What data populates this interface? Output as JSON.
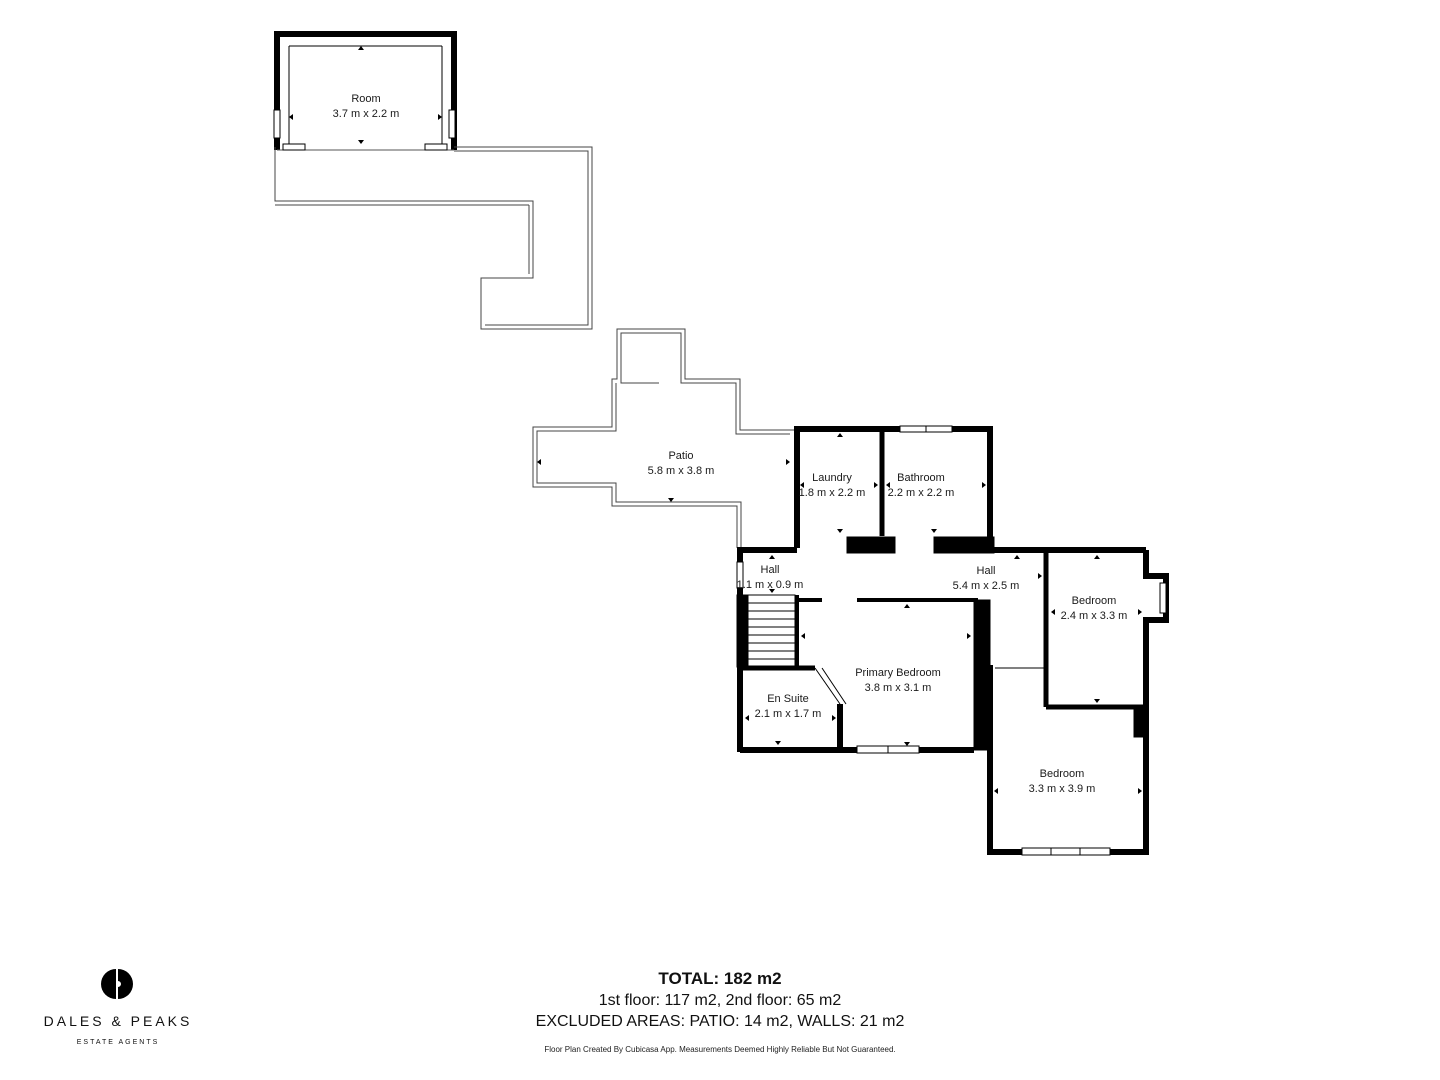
{
  "rooms": [
    {
      "name": "Room",
      "size": "3.7 m x 2.2 m"
    },
    {
      "name": "Patio",
      "size": "5.8 m x 3.8 m"
    },
    {
      "name": "Laundry",
      "size": "1.8 m x 2.2 m"
    },
    {
      "name": "Bathroom",
      "size": "2.2 m x 2.2 m"
    },
    {
      "name": "Hall",
      "size": "1.1 m x 0.9 m"
    },
    {
      "name": "Hall",
      "size": "5.4 m x 2.5 m"
    },
    {
      "name": "Bedroom",
      "size": "2.4 m x 3.3 m"
    },
    {
      "name": "Primary Bedroom",
      "size": "3.8 m x 3.1 m"
    },
    {
      "name": "En Suite",
      "size": "2.1 m x 1.7 m"
    },
    {
      "name": "Bedroom",
      "size": "3.3 m x 3.9 m"
    }
  ],
  "totals": {
    "total": "TOTAL: 182 m2",
    "floors": "1st floor: 117 m2, 2nd floor: 65 m2",
    "excluded": "EXCLUDED AREAS: PATIO: 14 m2, WALLS: 21 m2"
  },
  "disclaimer": "Floor Plan Created By Cubicasa App. Measurements Deemed Highly Reliable But Not Guaranteed.",
  "brand": {
    "name": "DALES & PEAKS",
    "tagline": "ESTATE AGENTS",
    "logo_icon": "dp-monogram-icon"
  },
  "colors": {
    "wall": "#000000",
    "outline": "#444444",
    "background": "#ffffff"
  }
}
